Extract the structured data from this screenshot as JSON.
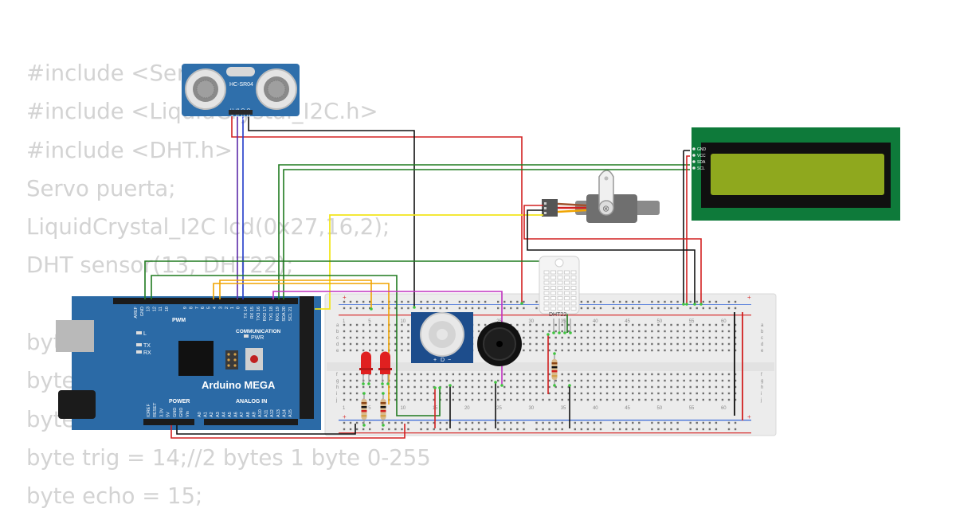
{
  "code_lines": [
    "#include <Servo.h>",
    "#include <LiquidCrystal_I2C.h>",
    "#include <DHT.h>",
    "Servo puerta;",
    "LiquidCrystal_I2C lcd(0x27,16,2);",
    "DHT sensor(13, DHT22);",
    "",
    "byte",
    "byte",
    "byte",
    "byte trig = 14;//2 bytes 1 byte 0-255",
    "byte echo = 15;"
  ],
  "ultrasonic": {
    "model": "HC-SR04",
    "pins": [
      "VCC",
      "TRIG",
      "ECHO",
      "GND"
    ]
  },
  "lcd": {
    "pins": [
      "GND",
      "VCC",
      "SDA",
      "SCL"
    ],
    "screen_color": "#8fa81e",
    "board_color": "#0e7a3a"
  },
  "dht": {
    "label": "DHT22"
  },
  "pir": {
    "pin_labels": [
      "+",
      "D",
      "−"
    ]
  },
  "arduino": {
    "name": "Arduino MEGA",
    "pwm_label": "PWM",
    "comm_label": "COMMUNICATION",
    "power_label": "POWER",
    "analog_label": "ANALOG IN",
    "pwr_led_label": "PWR",
    "status_leds": [
      "L",
      "TX",
      "RX"
    ],
    "top_header": [
      "AREF",
      "GND",
      "13",
      "12",
      "11",
      "10",
      "9",
      "8",
      "7",
      "6",
      "5",
      "4",
      "3",
      "2",
      "1",
      "0"
    ],
    "comm_header": [
      "TX 14",
      "RX 15",
      "TX3 16",
      "RX2 17",
      "TX1 18",
      "RX1 19",
      "SDA 20",
      "SCL 21"
    ],
    "power_header": [
      "IOREF",
      "RESET",
      "3.3V",
      "5V",
      "GND",
      "GND",
      "Vin"
    ],
    "analog_header": [
      "A0",
      "A1",
      "A2",
      "A3",
      "A4",
      "A5",
      "A6",
      "A7",
      "A8",
      "A9",
      "A10",
      "A11",
      "A12",
      "A13",
      "A14",
      "A15"
    ],
    "board_color": "#2b6aa6"
  },
  "breadboard": {
    "column_labels": [
      "1",
      "5",
      "10",
      "15",
      "20",
      "25",
      "30",
      "35",
      "40",
      "45",
      "50",
      "55",
      "60"
    ],
    "row_labels_top": [
      "a",
      "b",
      "c",
      "d",
      "e"
    ],
    "row_labels_bottom": [
      "f",
      "g",
      "h",
      "i",
      "j"
    ]
  },
  "colors": {
    "wire_red": "#d22020",
    "wire_black": "#111111",
    "wire_green": "#1f7a1f",
    "wire_yellow": "#f2e51c",
    "wire_orange": "#f0a400",
    "wire_purple": "#5b2aa8",
    "wire_blue": "#2038c8",
    "wire_magenta": "#c034c0",
    "led_red": "#e02020"
  }
}
